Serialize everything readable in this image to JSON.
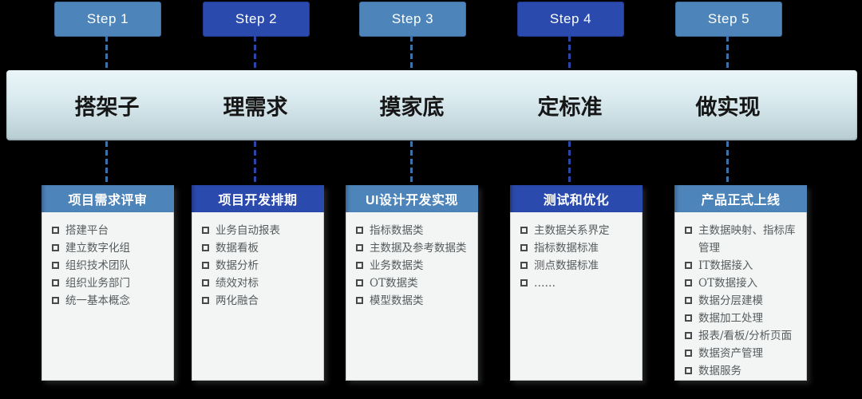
{
  "colors": {
    "background": "#000000",
    "light_blue": "#4d84b9",
    "dark_blue": "#2b4aad",
    "band_gradient_top": "#eaf6f9",
    "band_gradient_bottom": "#b7cdd2",
    "card_body": "#f3f5f5",
    "item_text": "#565b5d"
  },
  "steps": [
    {
      "badge": "Step 1",
      "phase": "搭架子",
      "tone": "light",
      "card": {
        "title": "项目需求评审",
        "items": [
          "搭建平台",
          "建立数字化组",
          "组织技术团队",
          "组织业务部门",
          "统一基本概念"
        ]
      }
    },
    {
      "badge": "Step 2",
      "phase": "理需求",
      "tone": "dark",
      "card": {
        "title": "项目开发排期",
        "items": [
          "业务自动报表",
          "数据看板",
          "数据分析",
          "绩效对标",
          "两化融合"
        ]
      }
    },
    {
      "badge": "Step 3",
      "phase": "摸家底",
      "tone": "light",
      "card": {
        "title": "UI设计开发实现",
        "items": [
          "指标数据类",
          "主数据及参考数据类",
          "业务数据类",
          "OT数据类",
          "模型数据类"
        ]
      }
    },
    {
      "badge": "Step 4",
      "phase": "定标准",
      "tone": "dark",
      "card": {
        "title": "测试和优化",
        "items": [
          "主数据关系界定",
          "指标数据标准",
          "测点数据标准",
          "……"
        ]
      }
    },
    {
      "badge": "Step 5",
      "phase": "做实现",
      "tone": "light",
      "card": {
        "title": "产品正式上线",
        "items": [
          "主数据映射、指标库管理",
          "IT数据接入",
          "OT数据接入",
          "数据分层建模",
          "数据加工处理",
          "报表/看板/分析页面",
          "数据资产管理",
          "数据服务"
        ]
      }
    }
  ]
}
